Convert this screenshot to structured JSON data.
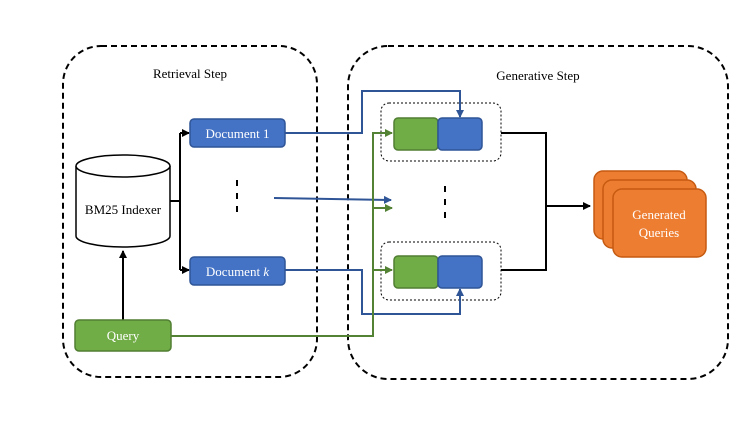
{
  "retrieval_step": {
    "title": "Retrieval Step",
    "indexer_label": "BM25 Indexer",
    "query_label": "Query",
    "document_first": {
      "prefix": "Document",
      "index": "1"
    },
    "document_last": {
      "prefix": "Document",
      "index": "k"
    }
  },
  "generative_step": {
    "title": "Generative Step",
    "output_line1": "Generated",
    "output_line2": "Queries"
  },
  "colors": {
    "document_fill": "#4472C4",
    "document_stroke": "#2F5597",
    "query_fill": "#70AD47",
    "query_stroke": "#507E32",
    "output_fill": "#ED7D31",
    "output_stroke": "#C55A11",
    "document_arrow": "#2F5597",
    "query_arrow": "#548235"
  }
}
